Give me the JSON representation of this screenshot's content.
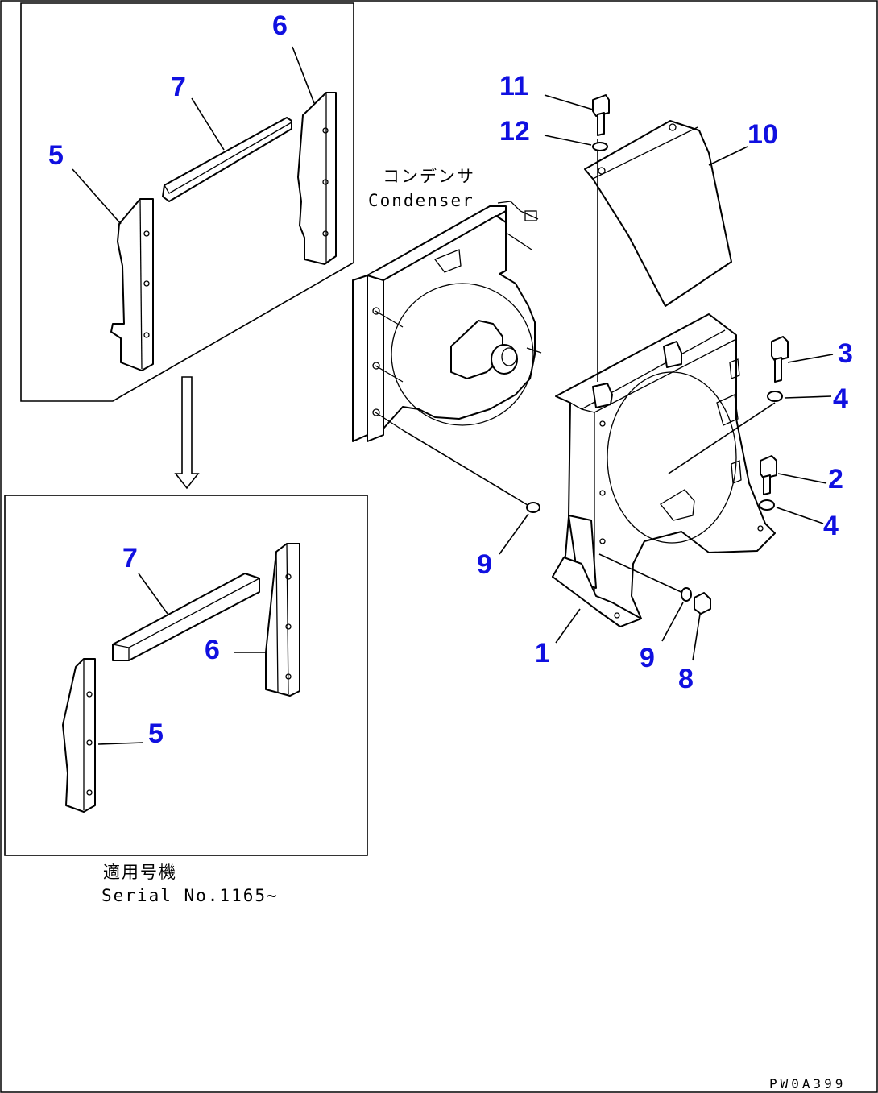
{
  "callouts": {
    "c11": "11",
    "c12": "12",
    "c10": "10",
    "c3": "3",
    "c4a": "4",
    "c2": "2",
    "c4b": "4",
    "c9a": "9",
    "c9b": "9",
    "c1": "1",
    "c8": "8",
    "top_c6": "6",
    "top_c7": "7",
    "top_c5": "5",
    "bot_c7": "7",
    "bot_c6": "6",
    "bot_c5": "5"
  },
  "labels": {
    "condenser_jp": "コンデンサ",
    "condenser_en": "Condenser",
    "serial_jp": "適用号機",
    "serial_en": "Serial No.1165~"
  },
  "drawing_code": "PW0A399",
  "colors": {
    "callout": "#1010e0",
    "line": "#000000",
    "background": "#ffffff"
  }
}
